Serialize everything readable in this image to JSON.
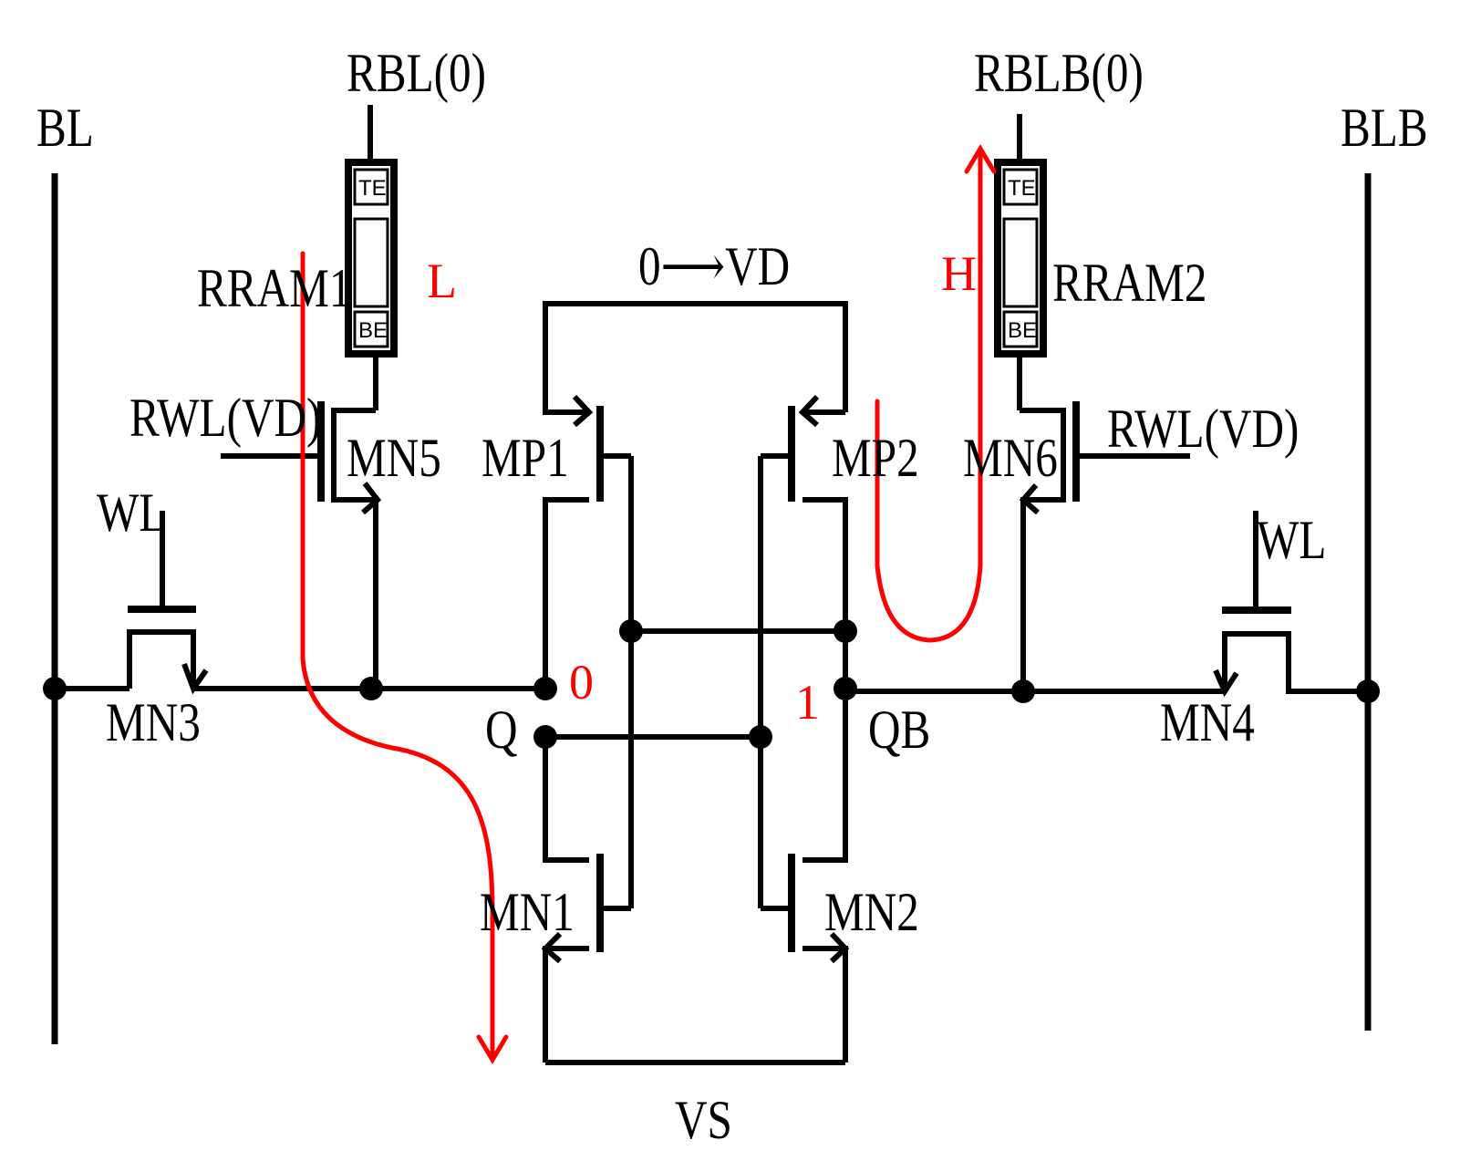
{
  "labels": {
    "bl": "BL",
    "blb": "BLB",
    "rbl": "RBL(0)",
    "rblb": "RBLB(0)",
    "rram1": "RRAM1",
    "rram2": "RRAM2",
    "te": "TE",
    "be": "BE",
    "rwl_left": "RWL(VD)",
    "rwl_right": "RWL(VD)",
    "wl_left": "WL",
    "wl_right": "WL",
    "mn1": "MN1",
    "mn2": "MN2",
    "mn3": "MN3",
    "mn4": "MN4",
    "mn5": "MN5",
    "mn6": "MN6",
    "mp1": "MP1",
    "mp2": "MP2",
    "vd_supply": "0⟶VD",
    "vs": "VS",
    "q": "Q",
    "qb": "QB"
  },
  "states": {
    "rram1_state": "L",
    "rram2_state": "H",
    "q_value": "0",
    "qb_value": "1"
  },
  "colors": {
    "wire": "#000000",
    "current_path": "#ff0000"
  }
}
